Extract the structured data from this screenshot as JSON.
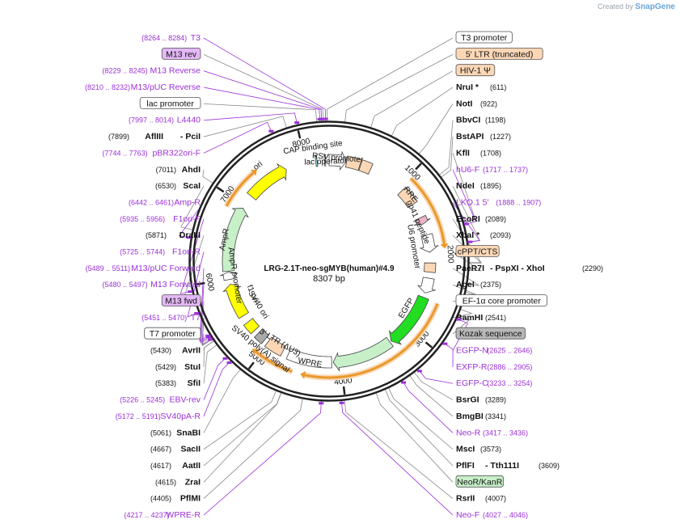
{
  "credit": {
    "prefix": "Created by",
    "brand": "SnapGene"
  },
  "plasmid": {
    "name": "LRG-2.1T-neo-sgMYB(human)#4.9",
    "length_label": "8307 bp",
    "length": 8307
  },
  "colors": {
    "ring": "#222222",
    "enzyme": "#111111",
    "primer": "#9b30d9",
    "orange": "#e89a2a",
    "light_orange": "#fbd7b6",
    "green": "#c7f0c8",
    "bright_green": "#22dd22",
    "yellow": "#ffff00"
  },
  "ticks": [
    {
      "bp": 1000,
      "label": "1000"
    },
    {
      "bp": 2000,
      "label": "2000"
    },
    {
      "bp": 3000,
      "label": "3000"
    },
    {
      "bp": 4000,
      "label": "4000"
    },
    {
      "bp": 5000,
      "label": "5000"
    },
    {
      "bp": 6000,
      "label": "6000"
    },
    {
      "bp": 7000,
      "label": "7000"
    },
    {
      "bp": 8000,
      "label": "8000"
    }
  ],
  "labels": [
    {
      "id": "t3-primer",
      "kind": "primer",
      "side": "L",
      "pos": "(8264 .. 8284)",
      "name": "T3",
      "bp": 8274
    },
    {
      "id": "m13rev-box",
      "kind": "box-purple",
      "side": "L",
      "name": "M13 rev",
      "bp": 8252
    },
    {
      "id": "m13reverse",
      "kind": "primer",
      "side": "L",
      "pos": "(8229 .. 8245)",
      "name": "M13 Reverse",
      "bp": 8237
    },
    {
      "id": "m13puc-reverse",
      "kind": "primer",
      "side": "L",
      "pos": "(8210 .. 8232)",
      "name": "M13/pUC Reverse",
      "bp": 8221
    },
    {
      "id": "lac-promoter",
      "kind": "box-white",
      "side": "L",
      "name": "lac promoter",
      "bp": 8190
    },
    {
      "id": "l4440",
      "kind": "primer",
      "side": "L",
      "pos": "(7997 .. 8014)",
      "name": "L4440",
      "bp": 8005
    },
    {
      "id": "afliii",
      "kind": "enzyme",
      "side": "L",
      "pos": "(7899)",
      "name": "AflIII",
      "extra": "-  PciI",
      "bp": 7899
    },
    {
      "id": "pbr322ori-f",
      "kind": "primer",
      "side": "L",
      "pos": "(7744 .. 7763)",
      "name": "pBR322ori-F",
      "bp": 7753
    },
    {
      "id": "ahdi",
      "kind": "enzyme",
      "side": "L",
      "pos": "(7011)",
      "name": "AhdI",
      "bp": 7011
    },
    {
      "id": "scai",
      "kind": "enzyme",
      "side": "L",
      "pos": "(6530)",
      "name": "ScaI",
      "bp": 6530
    },
    {
      "id": "amp-r",
      "kind": "primer",
      "side": "L",
      "pos": "(6442 .. 6461)",
      "name": "Amp-R",
      "bp": 6451
    },
    {
      "id": "f1ori-f",
      "kind": "primer",
      "side": "L",
      "pos": "(5935 .. 5956)",
      "name": "F1ori-F",
      "bp": 5945
    },
    {
      "id": "draiii",
      "kind": "enzyme",
      "side": "L",
      "pos": "(5871)",
      "name": "DraIII",
      "bp": 5871
    },
    {
      "id": "f1ori-r",
      "kind": "primer",
      "side": "L",
      "pos": "(5725 .. 5744)",
      "name": "F1ori-R",
      "bp": 5734
    },
    {
      "id": "m13puc-forward",
      "kind": "primer",
      "side": "L",
      "pos": "(5489 .. 5511)",
      "name": "M13/pUC Forward",
      "bp": 5500
    },
    {
      "id": "m13forward",
      "kind": "primer",
      "side": "L",
      "pos": "(5480 .. 5497)",
      "name": "M13 Forward",
      "bp": 5488
    },
    {
      "id": "m13fwd-box",
      "kind": "box-purple",
      "side": "L",
      "name": "M13 fwd",
      "bp": 5476
    },
    {
      "id": "t7-primer",
      "kind": "primer",
      "side": "L",
      "pos": "(5451 .. 5470)",
      "name": "T7",
      "bp": 5460
    },
    {
      "id": "t7-promoter",
      "kind": "box-white",
      "side": "L",
      "name": "T7 promoter",
      "bp": 5452
    },
    {
      "id": "avrii",
      "kind": "enzyme",
      "side": "L",
      "pos": "(5430)",
      "name": "AvrII",
      "bp": 5430
    },
    {
      "id": "stui",
      "kind": "enzyme",
      "side": "L",
      "pos": "(5429)",
      "name": "StuI",
      "bp": 5429
    },
    {
      "id": "sfii",
      "kind": "enzyme",
      "side": "L",
      "pos": "(5383)",
      "name": "SfiI",
      "bp": 5383
    },
    {
      "id": "ebv-rev",
      "kind": "primer",
      "side": "L",
      "pos": "(5226 .. 5245)",
      "name": "EBV-rev",
      "bp": 5235
    },
    {
      "id": "sv40pa-r",
      "kind": "primer",
      "side": "L",
      "pos": "(5172 .. 5191)",
      "name": "SV40pA-R",
      "bp": 5181
    },
    {
      "id": "snabi",
      "kind": "enzyme",
      "side": "L",
      "pos": "(5061)",
      "name": "SnaBI",
      "bp": 5061
    },
    {
      "id": "saci",
      "kind": "enzyme",
      "side": "L",
      "pos": "(4667)",
      "name": "SacII",
      "bp": 4667
    },
    {
      "id": "aatii",
      "kind": "enzyme",
      "side": "L",
      "pos": "(4617)",
      "name": "AatII",
      "bp": 4617
    },
    {
      "id": "zrai",
      "kind": "enzyme",
      "side": "L",
      "pos": "(4615)",
      "name": "ZraI",
      "bp": 4615
    },
    {
      "id": "pflmi",
      "kind": "enzyme",
      "side": "L",
      "pos": "(4405)",
      "name": "PflMI",
      "bp": 4405
    },
    {
      "id": "wpre-r",
      "kind": "primer",
      "side": "L",
      "pos": "(4217 .. 4237)",
      "name": "WPRE-R",
      "bp": 4227
    },
    {
      "id": "t3-promoter",
      "kind": "box-white",
      "side": "R",
      "name": "T3 promoter",
      "bp": 8290
    },
    {
      "id": "ltr-truncated",
      "kind": "box-orange",
      "side": "R",
      "name": "5' LTR (truncated)",
      "bp": 150
    },
    {
      "id": "hiv1-psi",
      "kind": "box-orange",
      "side": "R",
      "name": "HIV-1 Ψ",
      "bp": 400
    },
    {
      "id": "nrui",
      "kind": "enzyme",
      "side": "R",
      "name": "NruI *",
      "pos": "(611)",
      "bp": 611
    },
    {
      "id": "noti",
      "kind": "enzyme",
      "side": "R",
      "name": "NotI",
      "pos": "(922)",
      "bp": 922
    },
    {
      "id": "bbvci",
      "kind": "enzyme",
      "side": "R",
      "name": "BbvCI",
      "pos": "(1198)",
      "bp": 1198
    },
    {
      "id": "bstapi",
      "kind": "enzyme",
      "side": "R",
      "name": "BstAPI",
      "pos": "(1227)",
      "bp": 1227
    },
    {
      "id": "kfli",
      "kind": "enzyme",
      "side": "R",
      "name": "KflI",
      "pos": "(1708)",
      "bp": 1708
    },
    {
      "id": "hu6-f",
      "kind": "primer",
      "side": "R",
      "name": "hU6-F",
      "pos": "(1717 .. 1737)",
      "bp": 1727
    },
    {
      "id": "lko15",
      "kind": "primer",
      "side": "R",
      "name": "LKO.1 5'",
      "pos": "(1888 .. 1907)",
      "bp": 1897
    },
    {
      "id": "ndei",
      "kind": "enzyme",
      "side": "R",
      "name": "NdeI",
      "pos": "(1895)",
      "bp": 1895
    },
    {
      "id": "ecori",
      "kind": "enzyme",
      "side": "R",
      "name": "EcoRI",
      "pos": "(2089)",
      "bp": 2089
    },
    {
      "id": "xbai",
      "kind": "enzyme",
      "side": "R",
      "name": "XbaI *",
      "pos": "(2093)",
      "bp": 2093
    },
    {
      "id": "cppt",
      "kind": "box-orange",
      "side": "R",
      "name": "cPPT/CTS",
      "bp": 2160
    },
    {
      "id": "paer7i",
      "kind": "enzyme",
      "side": "R",
      "name": "PaeR7I",
      "extra": "-  PspXI   -  XhoI",
      "pos": "(2290)",
      "bp": 2290
    },
    {
      "id": "agei",
      "kind": "enzyme",
      "side": "R",
      "name": "AgeI",
      "pos": "(2375)",
      "bp": 2375
    },
    {
      "id": "ef1a",
      "kind": "box-white",
      "side": "R",
      "name": "EF-1α core promoter",
      "bp": 2420
    },
    {
      "id": "bamhi",
      "kind": "enzyme",
      "side": "R",
      "name": "BamHI",
      "pos": "(2541)",
      "bp": 2541
    },
    {
      "id": "kozak",
      "kind": "box-gray",
      "side": "R",
      "name": "Kozak sequence",
      "bp": 2600
    },
    {
      "id": "egfp-n",
      "kind": "primer",
      "side": "R",
      "name": "EGFP-N",
      "pos": "(2625 .. 2646)",
      "bp": 2635
    },
    {
      "id": "exfp-r",
      "kind": "primer",
      "side": "R",
      "name": "EXFP-R",
      "pos": "(2886 .. 2905)",
      "bp": 2895
    },
    {
      "id": "egfp-c",
      "kind": "primer",
      "side": "R",
      "name": "EGFP-C",
      "pos": "(3233 .. 3254)",
      "bp": 3243
    },
    {
      "id": "bsrgi",
      "kind": "enzyme",
      "side": "R",
      "name": "BsrGI",
      "pos": "(3289)",
      "bp": 3289
    },
    {
      "id": "bmgbi",
      "kind": "enzyme",
      "side": "R",
      "name": "BmgBI",
      "pos": "(3341)",
      "bp": 3341
    },
    {
      "id": "neo-r",
      "kind": "primer",
      "side": "R",
      "name": "Neo-R",
      "pos": "(3417 .. 3436)",
      "bp": 3426
    },
    {
      "id": "msci",
      "kind": "enzyme",
      "side": "R",
      "name": "MscI",
      "pos": "(3573)",
      "bp": 3573
    },
    {
      "id": "pflfi",
      "kind": "enzyme",
      "side": "R",
      "name": "PflFI",
      "extra": "-  Tth111I",
      "pos": "(3609)",
      "bp": 3609
    },
    {
      "id": "neor-kanr",
      "kind": "box-green",
      "side": "R",
      "name": "NeoR/KanR",
      "bp": 3700
    },
    {
      "id": "rsrii",
      "kind": "enzyme",
      "side": "R",
      "name": "RsrII",
      "pos": "(4007)",
      "bp": 4007
    },
    {
      "id": "neo-f",
      "kind": "primer",
      "side": "R",
      "name": "Neo-F",
      "pos": "(4027 .. 4046)",
      "bp": 4036
    }
  ],
  "features": [
    {
      "name": "RSV promoter",
      "start": 8307,
      "end": 226,
      "color": "#ffffff",
      "arrow": true
    },
    {
      "name": "5' LTR (truncated)",
      "start": 230,
      "end": 410,
      "color": "#fbd7b6",
      "arrow": false
    },
    {
      "name": "HIV-1 Ψ",
      "start": 420,
      "end": 560,
      "color": "#fbd7b6",
      "arrow": false
    },
    {
      "name": "RRE",
      "start": 1060,
      "end": 1290,
      "color": "#fbd7b6",
      "arrow": false
    },
    {
      "name": "gp41 peptide",
      "start": 1490,
      "end": 1580,
      "color": "#e8b4c8",
      "arrow": true
    },
    {
      "name": "U6 promoter",
      "start": 1730,
      "end": 1960,
      "color": "#ffffff",
      "arrow": true
    },
    {
      "name": "cPPT/CTS",
      "start": 2100,
      "end": 2220,
      "color": "#fbd7b6",
      "arrow": false
    },
    {
      "name": "EF-1α core promoter",
      "start": 2300,
      "end": 2500,
      "color": "#ffffff",
      "arrow": true
    },
    {
      "name": "EGFP",
      "start": 2560,
      "end": 3280,
      "color": "#22dd22",
      "arrow": true
    },
    {
      "name": "NeoR/KanR",
      "start": 3300,
      "end": 4100,
      "color": "#c7f0c8",
      "arrow": true
    },
    {
      "name": "WPRE",
      "start": 4120,
      "end": 4700,
      "color": "#ffffff",
      "arrow": false
    },
    {
      "name": "3' LTR (ΔU3)",
      "start": 4780,
      "end": 5010,
      "color": "#fbd7b6",
      "arrow": false
    },
    {
      "name": "SV40 poly(A) signal",
      "start": 5060,
      "end": 5180,
      "color": "#aaaaaa",
      "arrow": false
    },
    {
      "name": "SV40 ori",
      "start": 5240,
      "end": 5380,
      "color": "#ffff00",
      "arrow": false
    },
    {
      "name": "f1 ori",
      "start": 5480,
      "end": 5930,
      "color": "#ffff00",
      "arrow": true
    },
    {
      "name": "AmpR promoter",
      "start": 5990,
      "end": 6090,
      "color": "#ffffff",
      "arrow": true
    },
    {
      "name": "AmpR",
      "start": 6100,
      "end": 6960,
      "color": "#c7f0c8",
      "arrow": true
    },
    {
      "name": "ori",
      "start": 7150,
      "end": 7730,
      "color": "#ffff00",
      "arrow": true
    },
    {
      "name": "CAP binding site",
      "start": 8130,
      "end": 8150,
      "color": "#8cd5e8",
      "arrow": false
    },
    {
      "name": "lac operator",
      "start": 8245,
      "end": 8260,
      "color": "#ffffff",
      "arrow": false
    }
  ],
  "orange_arcs": [
    {
      "start": 1030,
      "end": 1880
    },
    {
      "start": 2570,
      "end": 4430
    },
    {
      "start": 4580,
      "end": 5050
    },
    {
      "start": 6880,
      "end": 7370
    }
  ],
  "inner_labels": [
    {
      "text": "RSV promoter",
      "bp": 110,
      "r": 128
    },
    {
      "text": "lac operator",
      "bp": 8262,
      "r": 123
    },
    {
      "text": "CAP binding site",
      "bp": 8120,
      "r": 142
    },
    {
      "text": "ori",
      "bp": 7460,
      "r": 147
    },
    {
      "text": "RRE",
      "bp": 1170,
      "r": 130
    },
    {
      "text": "gp41 peptide",
      "bp": 1530,
      "r": 120
    },
    {
      "text": "U6 promoter",
      "bp": 1850,
      "r": 106
    },
    {
      "text": "EGFP",
      "bp": 2800,
      "r": 112
    },
    {
      "text": "WPRE",
      "bp": 4400,
      "r": 128
    },
    {
      "text": "3' LTR (ΔU3)",
      "bp": 4870,
      "r": 118
    },
    {
      "text": "SV40 poly(A) signal",
      "bp": 5030,
      "r": 138
    },
    {
      "text": "SV40 ori",
      "bp": 5500,
      "r": 103
    },
    {
      "text": "f1 ori",
      "bp": 5700,
      "r": 103
    },
    {
      "text": "AmpR promoter",
      "bp": 6030,
      "r": 118
    },
    {
      "text": "AmpR",
      "bp": 6500,
      "r": 132
    }
  ]
}
